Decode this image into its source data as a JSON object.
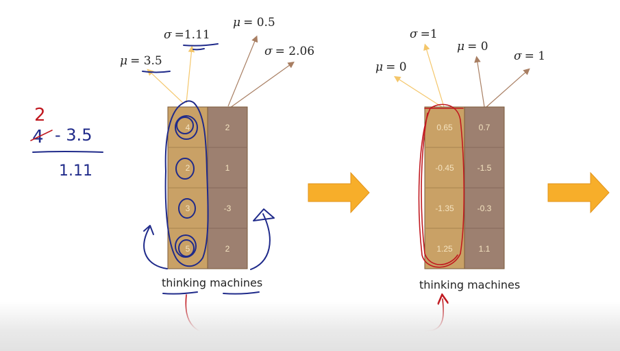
{
  "colors": {
    "column_a": "#c9a166",
    "column_b": "#9d8070",
    "column_border": "#7a5a3a",
    "arrow_fill": "#f7ae2a",
    "arrow_line_light": "#f4c66a",
    "arrow_line_dark": "#a87e62",
    "ink_blue": "#1f2a8a",
    "ink_red": "#c0181f"
  },
  "left": {
    "stats": [
      {
        "symbol": "μ",
        "value": "= 3.5"
      },
      {
        "symbol": "σ",
        "value": "=1.11"
      },
      {
        "symbol": "μ",
        "value": "= 0.5"
      },
      {
        "symbol": "σ",
        "value": "= 2.06"
      }
    ],
    "columns": [
      [
        "4",
        "2",
        "3",
        "5"
      ],
      [
        "2",
        "1",
        "-3",
        "2"
      ]
    ],
    "caption": "thinking machines"
  },
  "right": {
    "stats": [
      {
        "symbol": "μ",
        "value": "= 0"
      },
      {
        "symbol": "σ",
        "value": "=1"
      },
      {
        "symbol": "μ",
        "value": "= 0"
      },
      {
        "symbol": "σ",
        "value": "= 1"
      }
    ],
    "columns": [
      [
        "0.65",
        "-0.45",
        "-1.35",
        "1.25"
      ],
      [
        "0.7",
        "-1.5",
        "-0.3",
        "1.1"
      ]
    ],
    "caption": "thinking machines"
  },
  "handwriting": {
    "numerator_top": "2",
    "numerator_struck": "4",
    "numerator_rest": "- 3.5",
    "denominator": "1.11"
  }
}
